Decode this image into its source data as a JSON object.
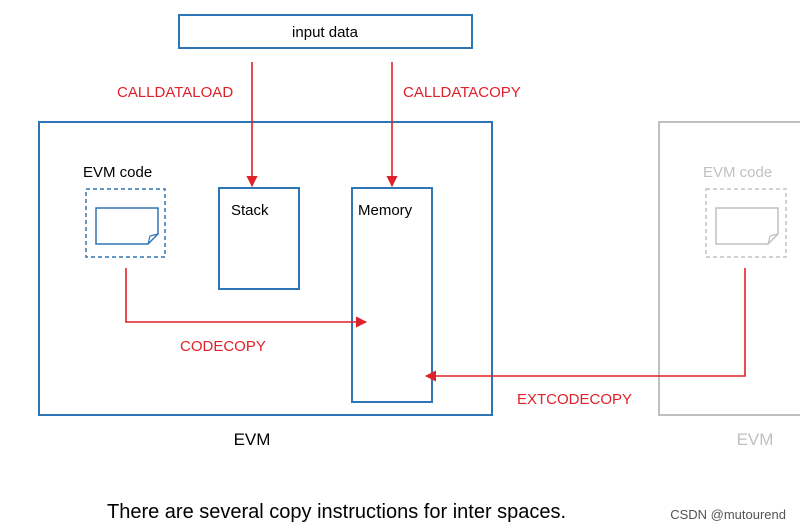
{
  "diagram": {
    "input_box": {
      "label": "input data"
    },
    "stack_box": {
      "label": "Stack"
    },
    "memory_box": {
      "label": "Memory"
    },
    "evm_code_local": {
      "label": "EVM code"
    },
    "evm_code_remote": {
      "label": "EVM code"
    },
    "evm_local": {
      "label": "EVM"
    },
    "evm_remote": {
      "label": "EVM"
    },
    "operations": {
      "calldataload": "CALLDATALOAD",
      "calldatacopy": "CALLDATACOPY",
      "codecopy": "CODECOPY",
      "extcodecopy": "EXTCODECOPY"
    },
    "caption": "There are several copy instructions for inter spaces.",
    "watermark": "CSDN @mutourend"
  },
  "colors": {
    "box_stroke": "#2e75b6",
    "arrow": "#e0202a",
    "faded": "#c0c0c0",
    "text": "#000000"
  }
}
